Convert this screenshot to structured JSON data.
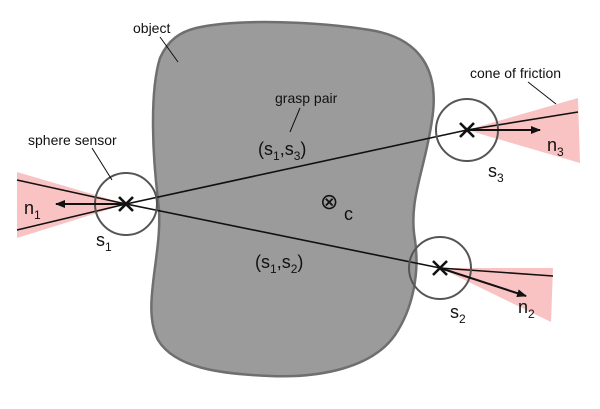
{
  "colors": {
    "object_fill": "#9b9b9b",
    "object_stroke": "#6f6f6f",
    "cone_fill": "#f9c3c3",
    "line": "#111111",
    "sensor_stroke": "#555555"
  },
  "labels": {
    "object": "object",
    "grasp_pair": "grasp pair",
    "sphere_sensor": "sphere sensor",
    "cone_of_friction": "cone of friction",
    "center": "c",
    "center_symbol": "⊗"
  },
  "sensors": [
    {
      "name": "s",
      "sub": "1"
    },
    {
      "name": "s",
      "sub": "2"
    },
    {
      "name": "s",
      "sub": "3"
    }
  ],
  "normals": [
    {
      "name": "n",
      "sub": "1"
    },
    {
      "name": "n",
      "sub": "2"
    },
    {
      "name": "n",
      "sub": "3"
    }
  ],
  "pairs": [
    {
      "open": "(s",
      "a": "1",
      "comma": ",s",
      "b": "3",
      "close": ")"
    },
    {
      "open": "(s",
      "a": "1",
      "comma": ",s",
      "b": "2",
      "close": ")"
    }
  ]
}
